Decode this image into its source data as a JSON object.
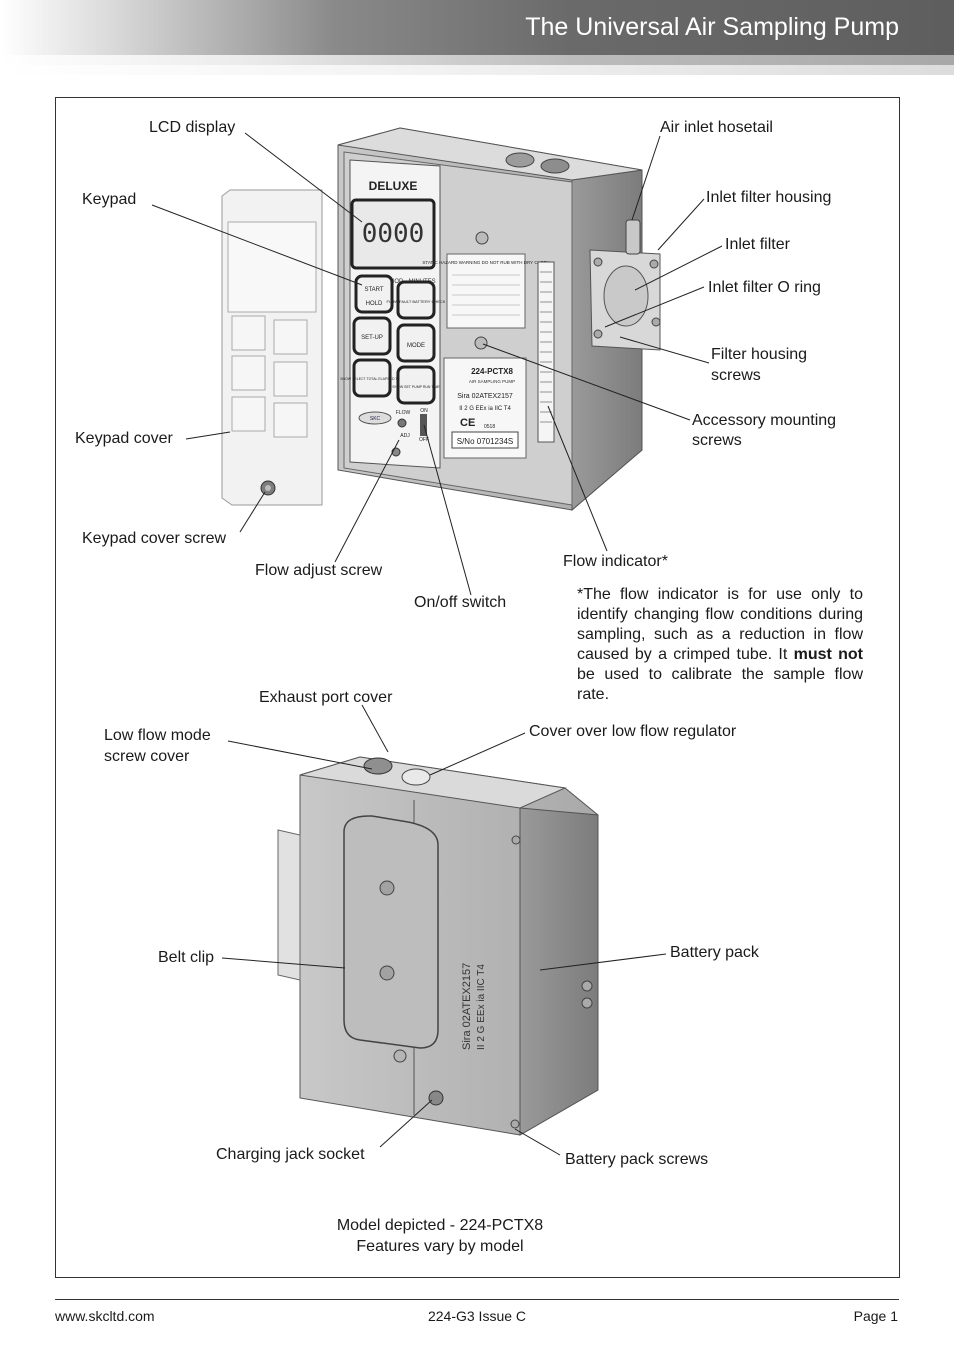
{
  "header": {
    "title": "The Universal Air Sampling Pump"
  },
  "callouts_top": {
    "lcd_display": "LCD display",
    "keypad": "Keypad",
    "keypad_cover": "Keypad cover",
    "keypad_cover_screw": "Keypad cover screw",
    "flow_adjust_screw": "Flow adjust screw",
    "on_off_switch": "On/off switch",
    "air_inlet_hosetail": "Air inlet hosetail",
    "inlet_filter_housing": "Inlet filter housing",
    "inlet_filter": "Inlet filter",
    "inlet_filter_o_ring": "Inlet filter O ring",
    "filter_housing_screws_1": "Filter housing",
    "filter_housing_screws_2": "screws",
    "accessory_mounting_screws_1": "Accessory mounting",
    "accessory_mounting_screws_2": "screws",
    "flow_indicator": "Flow indicator*"
  },
  "note": {
    "part1": "*The flow indicator is for use only to identify changing flow conditions during sampling, such as a reduction in flow caused by a crimped tube. It ",
    "bold": "must not",
    "part2": " be used to calibrate the sample flow rate."
  },
  "device_front": {
    "brand": "DELUXE",
    "lcd_digits": "0000",
    "sample_period": "SAMPLE PERIOD - MINUTES",
    "keys": [
      "START",
      "HOLD",
      "FLOW FAULT BATTERY CHECK",
      "SET-UP",
      "MODE",
      "SHOW SELECT TOTAL ELAPSED TIME",
      "SHOW SET PUMP RUN TIME"
    ],
    "flow_label": "FLOW",
    "adj_label": "ADJ",
    "on_label": "ON",
    "off_label": "OFF",
    "warning": "STATIC HAZARD WARNING DO NOT RUB WITH DRY CLOTH",
    "model": "224-PCTX8",
    "model_sub": "AIR SAMPLING PUMP",
    "cert1": "Sira 02ATEX2157",
    "cert2": "II 2 G  EEx ia IIC T4",
    "ce": "CE",
    "ce_num": "0518",
    "serial": "S/No 0701234S",
    "skc_badge": "SKC"
  },
  "callouts_bottom": {
    "exhaust_port_cover": "Exhaust port cover",
    "low_flow_mode_1": "Low flow mode",
    "low_flow_mode_2": "screw cover",
    "cover_low_flow_regulator": "Cover over low flow regulator",
    "belt_clip": "Belt clip",
    "battery_pack": "Battery pack",
    "charging_jack_socket": "Charging jack socket",
    "battery_pack_screws": "Battery pack screws"
  },
  "caption": {
    "line1": "Model depicted - 224-PCTX8",
    "line2": "Features vary by model"
  },
  "footer": {
    "website": "www.skcltd.com",
    "doc_id": "224-G3 Issue C",
    "page": "Page 1"
  }
}
